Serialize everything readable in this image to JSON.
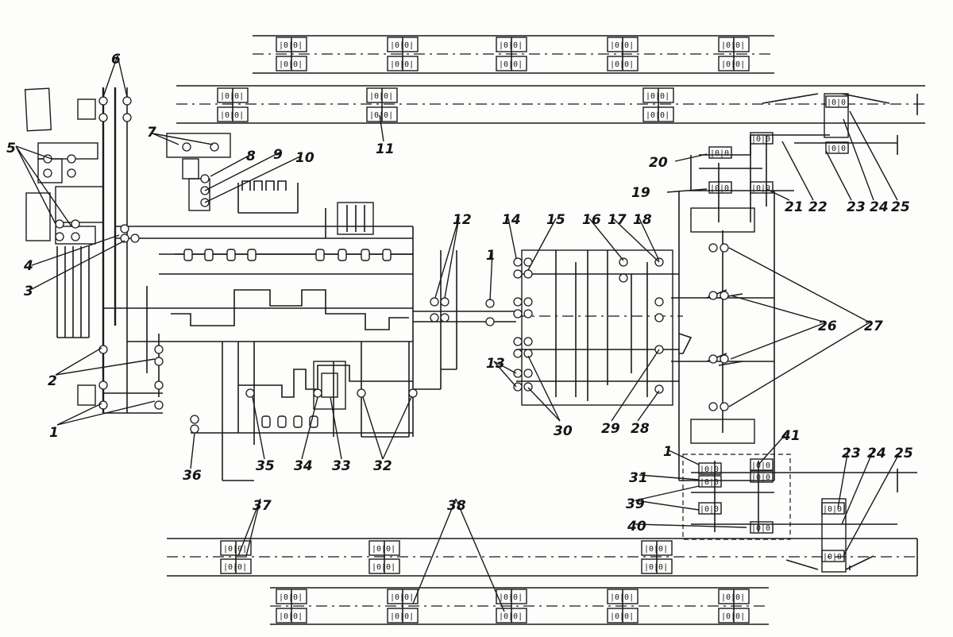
{
  "labels": [
    {
      "text": "1"
    },
    {
      "text": "1"
    },
    {
      "text": "1"
    },
    {
      "text": "2"
    },
    {
      "text": "3"
    },
    {
      "text": "4"
    },
    {
      "text": "5"
    },
    {
      "text": "6"
    },
    {
      "text": "7"
    },
    {
      "text": "8"
    },
    {
      "text": "9"
    },
    {
      "text": "10"
    },
    {
      "text": "11"
    },
    {
      "text": "12"
    },
    {
      "text": "13"
    },
    {
      "text": "14"
    },
    {
      "text": "15"
    },
    {
      "text": "16"
    },
    {
      "text": "17"
    },
    {
      "text": "18"
    },
    {
      "text": "19"
    },
    {
      "text": "20"
    },
    {
      "text": "21"
    },
    {
      "text": "22"
    },
    {
      "text": "23"
    },
    {
      "text": "24"
    },
    {
      "text": "25"
    },
    {
      "text": "23"
    },
    {
      "text": "24"
    },
    {
      "text": "25"
    },
    {
      "text": "26"
    },
    {
      "text": "27"
    },
    {
      "text": "28"
    },
    {
      "text": "29"
    },
    {
      "text": "30"
    },
    {
      "text": "31"
    },
    {
      "text": "32"
    },
    {
      "text": "33"
    },
    {
      "text": "34"
    },
    {
      "text": "35"
    },
    {
      "text": "36"
    },
    {
      "text": "37"
    },
    {
      "text": "38"
    },
    {
      "text": "39"
    },
    {
      "text": "40"
    },
    {
      "text": "41"
    }
  ],
  "bearing_mark": "|0|0|"
}
